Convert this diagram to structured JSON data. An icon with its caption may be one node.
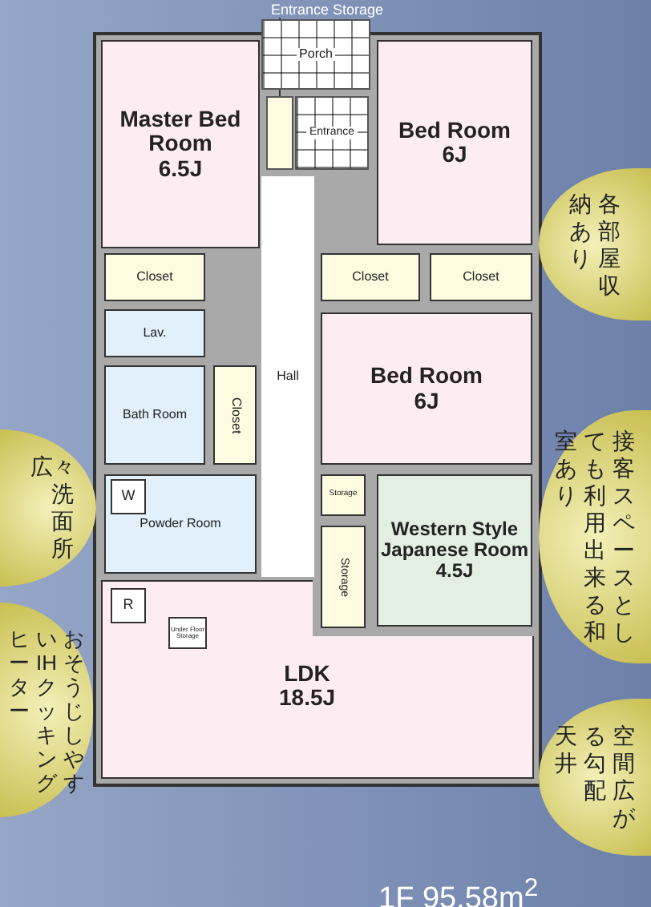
{
  "diagram": {
    "nodes": [
      {
        "text": [
          "Entrance Storage"
        ]
      },
      {
        "text": [
          "Master Bed Room",
          "6.5J"
        ]
      },
      {
        "text": [
          "Porch"
        ]
      },
      {
        "text": [],
        "shape": "box"
      },
      {
        "text": [
          "Entrance"
        ]
      },
      {
        "text": [
          "Bed Room",
          "6J"
        ]
      },
      {
        "text": [
          "各部屋収納あり"
        ]
      },
      {
        "text": [
          "Closet"
        ]
      },
      {
        "text": [
          "Closet"
        ]
      },
      {
        "text": [
          "Closet"
        ]
      },
      {
        "text": [
          "Lav."
        ]
      },
      {
        "text": [
          "Hall"
        ]
      },
      {
        "text": [
          "Bed Room",
          "6J"
        ]
      },
      {
        "text": [
          "Bath Room"
        ]
      },
      {
        "text": [
          "Closet"
        ]
      },
      {
        "text": [
          "広々洗面所"
        ]
      },
      {
        "text": [
          "Storage"
        ]
      },
      {
        "text": [
          "接客スペースとしても利用出来る和室あり"
        ]
      },
      {
        "text": [
          "Powder Room"
        ]
      },
      {
        "text": [
          "W"
        ],
        "in": 18
      },
      {
        "text": [
          "Western Style Japanese Room",
          "4.5J"
        ]
      },
      {
        "text": [
          "Storage"
        ]
      },
      {
        "text": [
          "おそうじしやすいIHクッキングヒーター"
        ]
      },
      {
        "text": [
          "LDK",
          "18.5J"
        ]
      },
      {
        "text": [
          "R"
        ],
        "in": 23
      },
      {
        "text": [
          "Under Floor Storage"
        ],
        "in": 23
      },
      {
        "text": [
          "空間広がる勾配天井"
        ]
      }
    ],
    "edges": [
      {
        "from": 0,
        "to": 3,
        "arrow": "none"
      }
    ],
    "labels": [
      "1F 95.58m$^{2}$"
    ]
  }
}
